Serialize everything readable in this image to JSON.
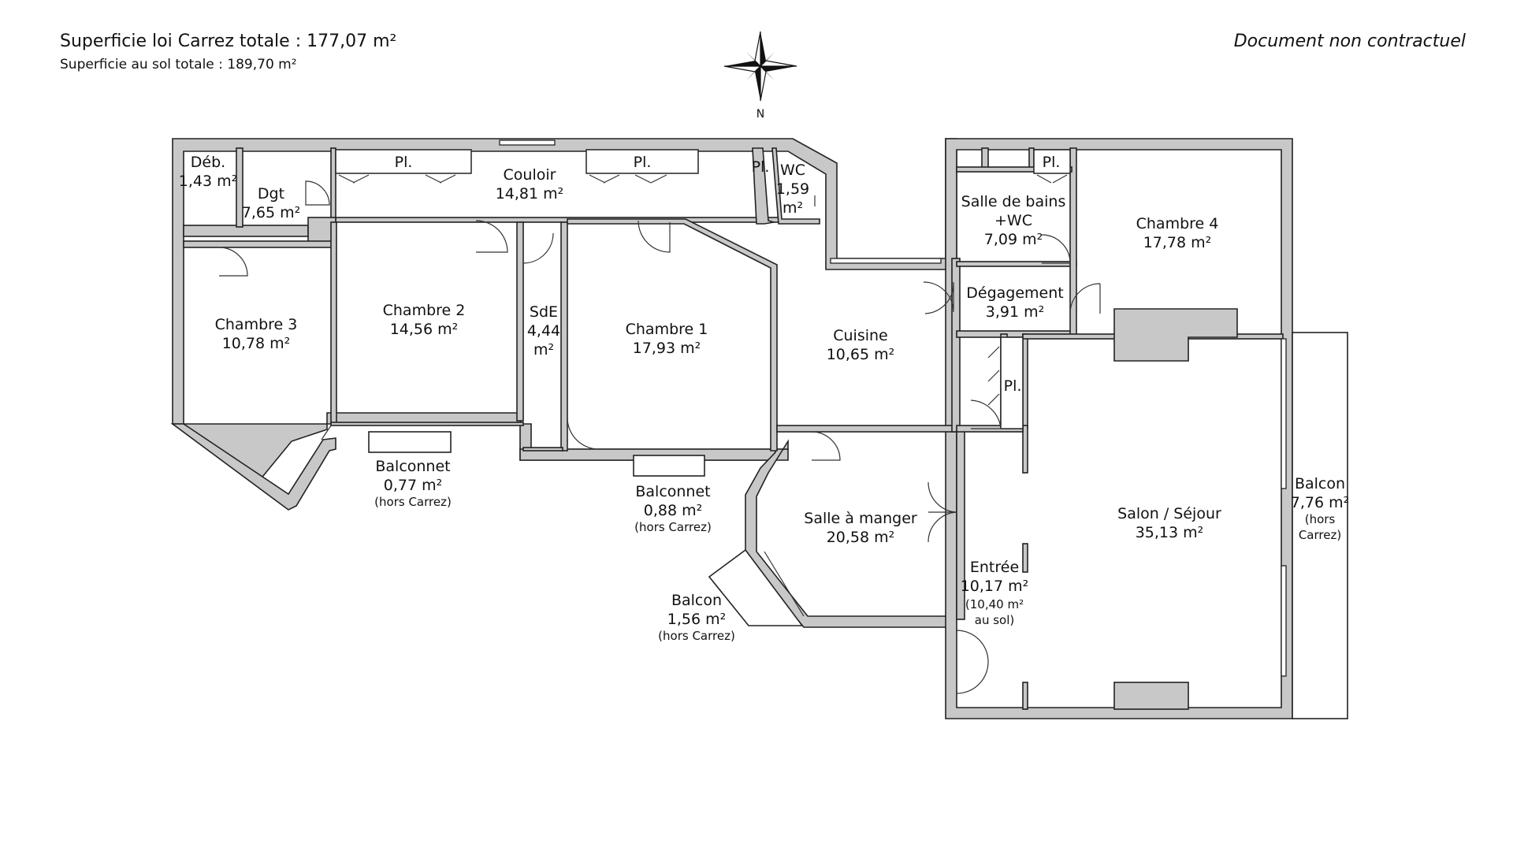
{
  "header": {
    "carrez_total_label": "Superficie loi Carrez totale :  177,07 m²",
    "floor_total_label": "Superficie au sol totale :  189,70 m²",
    "disclaimer": "Document non contractuel"
  },
  "compass": {
    "north_label": "N"
  },
  "rooms": {
    "deb": {
      "name": "Déb.",
      "area": "1,43 m²"
    },
    "dgt": {
      "name": "Dgt",
      "area": "7,65 m²"
    },
    "pl1": {
      "name": "Pl."
    },
    "pl2": {
      "name": "Pl."
    },
    "pl3": {
      "name": "Pl."
    },
    "pl4": {
      "name": "Pl."
    },
    "pl5": {
      "name": "Pl."
    },
    "couloir": {
      "name": "Couloir",
      "area": "14,81 m²"
    },
    "wc": {
      "name": "WC",
      "area_1": "1,59",
      "area_2": "m²"
    },
    "chambre3": {
      "name": "Chambre 3",
      "area": "10,78 m²"
    },
    "chambre2": {
      "name": "Chambre 2",
      "area": "14,56 m²"
    },
    "sde": {
      "name": "SdE",
      "area_1": "4,44",
      "area_2": "m²"
    },
    "chambre1": {
      "name": "Chambre 1",
      "area": "17,93 m²"
    },
    "cuisine": {
      "name": "Cuisine",
      "area": "10,65 m²"
    },
    "sdb": {
      "name_1": "Salle de bains",
      "name_2": "+WC",
      "area": "7,09 m²"
    },
    "chambre4": {
      "name": "Chambre 4",
      "area": "17,78 m²"
    },
    "degagement": {
      "name": "Dégagement",
      "area": "3,91 m²"
    },
    "salle_manger": {
      "name": "Salle à manger",
      "area": "20,58 m²"
    },
    "salon": {
      "name": "Salon / Séjour",
      "area": "35,13 m²"
    },
    "entree": {
      "name": "Entrée",
      "area": "10,17 m²",
      "sol_1": "(10,40 m²",
      "sol_2": "au sol)"
    },
    "balconnet1": {
      "name": "Balconnet",
      "area": "0,77 m²",
      "note": "(hors Carrez)"
    },
    "balconnet2": {
      "name": "Balconnet",
      "area": "0,88 m²",
      "note": "(hors Carrez)"
    },
    "balcon_small": {
      "name": "Balcon",
      "area": "1,56 m²",
      "note": "(hors Carrez)"
    },
    "balcon_large": {
      "name": "Balcon",
      "area": "7,76 m²",
      "note_1": "(hors",
      "note_2": "Carrez)"
    }
  }
}
